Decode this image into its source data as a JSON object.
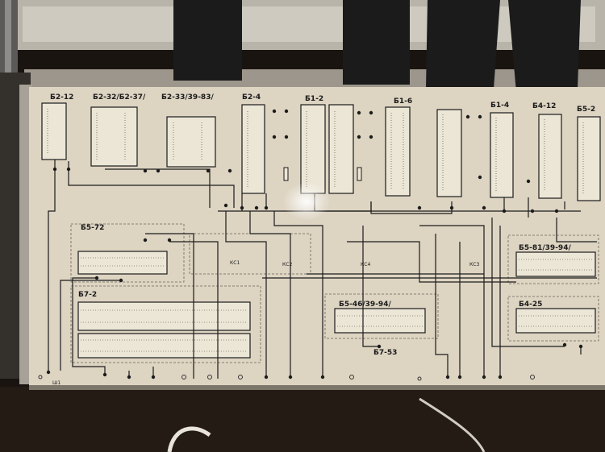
{
  "colors": {
    "panel": "#ddd4c2",
    "frame": "#c8c2b6",
    "wire": "#1c1c1c",
    "cable": "#1b1b1b",
    "background": "#1a1410"
  },
  "blocks": [
    {
      "id": "b2-12",
      "label": "Б2-12"
    },
    {
      "id": "b2-32",
      "label": "Б2-32/Б2-37/"
    },
    {
      "id": "b2-33",
      "label": "Б2-33/39-83/"
    },
    {
      "id": "b2-4",
      "label": "Б2-4"
    },
    {
      "id": "b1-2",
      "label": "Б1-2"
    },
    {
      "id": "b1-6",
      "label": "Б1-6"
    },
    {
      "id": "b1-4",
      "label": "Б1-4"
    },
    {
      "id": "b4-12",
      "label": "Б4-12"
    },
    {
      "id": "b5-2",
      "label": "Б5-2"
    },
    {
      "id": "b5-72",
      "label": "Б5-72"
    },
    {
      "id": "b7-2",
      "label": "Б7-2"
    },
    {
      "id": "b5-46",
      "label": "Б5-46/39-94/"
    },
    {
      "id": "b7-53",
      "label": "Б7-53"
    },
    {
      "id": "b5-81",
      "label": "Б5-81/39-94/"
    },
    {
      "id": "b4-25",
      "label": "Б4-25"
    }
  ],
  "connectors": {
    "sh": "Ш1",
    "kc1": "КС1",
    "kc2": "КС2",
    "kc3": "КС3",
    "kc4": "КС4"
  }
}
